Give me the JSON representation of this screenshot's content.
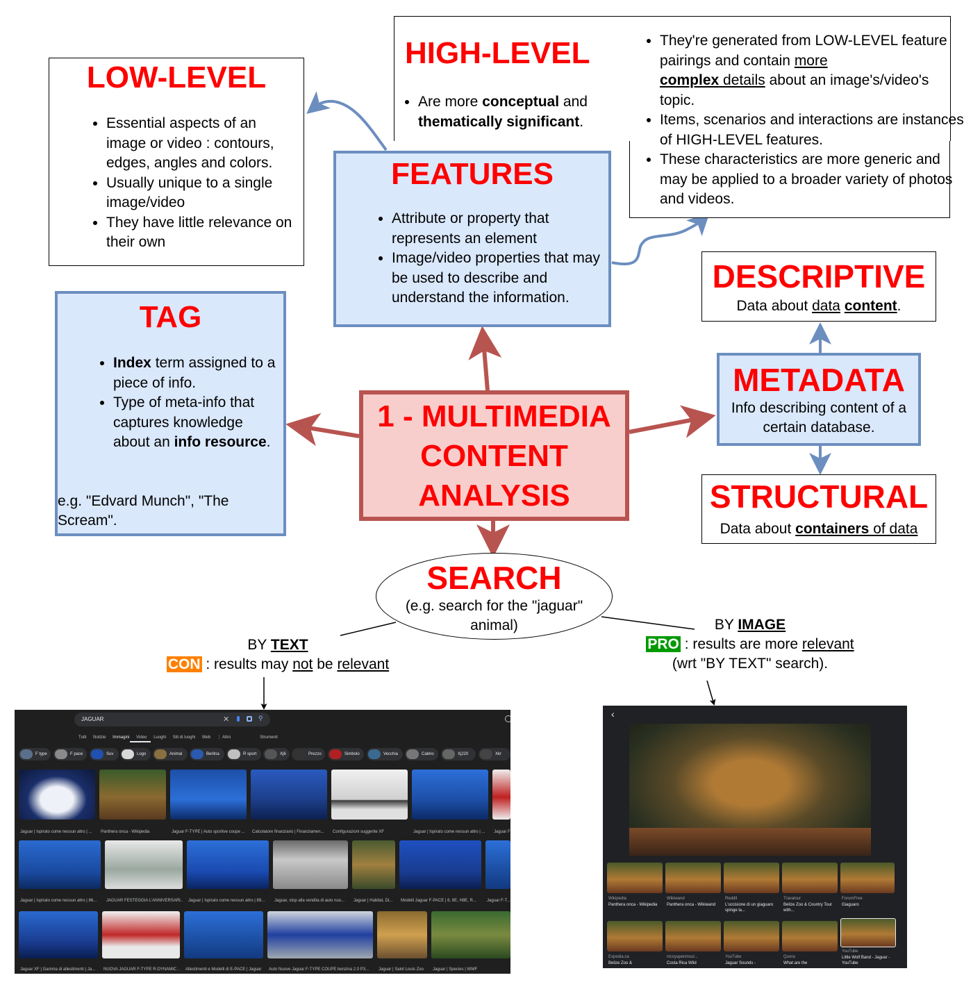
{
  "center": {
    "title_line1": "1 - MULTIMEDIA",
    "title_line2": "CONTENT",
    "title_line3": "ANALYSIS"
  },
  "features": {
    "title": "FEATURES",
    "items": [
      "Attribute or property that represents an element",
      "Image/video properties that may be used to describe and understand the information."
    ]
  },
  "low_level": {
    "title": "LOW-LEVEL",
    "items": [
      "Essential aspects of an image or video : contours, edges, angles and colors.",
      "Usually unique to a single image/video",
      "They have little relevance on their own"
    ]
  },
  "high_level": {
    "title": "HIGH-LEVEL",
    "left_pre": "Are more ",
    "left_b1": "conceptual",
    "left_mid": " and ",
    "left_b2": "thematically significant",
    "left_end": ".",
    "item1_pre": "They're generated from LOW-LEVEL feature pairings and contain ",
    "item1_u1": "more",
    "item1_b": "complex",
    "item1_u2": " details",
    "item1_end": " about an image's/video's topic.",
    "item2": "Items, scenarios and interactions are instances of HIGH-LEVEL features.",
    "item3": "These characteristics are more generic and may be applied to a broader variety of photos and videos."
  },
  "tag": {
    "title": "TAG",
    "item1_b": "Index",
    "item1_rest": " term assigned to a piece of info.",
    "item2_pre": "Type of meta-info that captures knowledge about an ",
    "item2_b": "info resource",
    "item2_end": ".",
    "example": "e.g. \"Edvard Munch\", \"The Scream\"."
  },
  "metadata": {
    "title": "METADATA",
    "text": "Info describing content of a certain database."
  },
  "descriptive": {
    "title": "DESCRIPTIVE",
    "pre": "Data about ",
    "u1": "data",
    "sp": " ",
    "b": "content",
    "end": "."
  },
  "structural": {
    "title": "STRUCTURAL",
    "pre": "Data about ",
    "b": "containers",
    "u": " of data"
  },
  "search": {
    "title": "SEARCH",
    "subtitle": "(e.g. search for the \"jaguar\" animal)"
  },
  "by_text": {
    "pre": "BY ",
    "label": "TEXT",
    "tag": "CON",
    "t1": " : results may ",
    "u1": "not",
    "t2": " be ",
    "u2": "relevant"
  },
  "by_image": {
    "pre": "BY ",
    "label": "IMAGE",
    "tag": "PRO",
    "t1": " : results are more ",
    "u1": "relevant",
    "t2": "(wrt \"BY TEXT\" search)."
  },
  "text_shot": {
    "query": "JAGUAR",
    "tabs": [
      "Tutti",
      "Notizie",
      "Immagini",
      "Video",
      "Luoghi",
      "Siti di luoghi",
      "Web",
      "⋮ Altro",
      "Strumenti"
    ],
    "chips": [
      "F type",
      "F pace",
      "Suv",
      "Logo",
      "Animal",
      "Berlina",
      "R sport",
      "Xj6",
      "Prezzo",
      "Simbolo",
      "Vecchia",
      "Cabrio",
      "Xj220",
      "Xkr"
    ],
    "row1": [
      "Jaguar | Ispirato come nessun altro | ...",
      "Panthera onca - Wikipedia",
      "Jaguar F-TYPE | Auto sportive coupe ...",
      "Calcolatore finanziario | Finanziamen...",
      "Configurazioni suggerite XF",
      "Jaguar | Ispirato come nessun altro | ...",
      "Jaguar F-..."
    ],
    "row2": [
      "Jaguar | Ispirato come nessun altro | 86...",
      "JAGUAR FESTEGGIA L'ANNIVERSARI...",
      "Jaguar | Ispirato come nessun altro | 89...",
      "Jaguar, stop alla vendita di auto nuo...",
      "Jaguar | Habitat, Di...",
      "Modelli Jaguar F-PACE | 8, 8E, H8E, R...",
      "Jaguar F-T..."
    ],
    "row3": [
      "Jaguar XF | Gamma di allestimenti | Ja...",
      "NUOVA JAGUAR F-TYPE R-DYNAMIC ...",
      "Allestimenti e Modelli di E-PACE | Jaguar",
      "Auto Nuove Jaguar F-TYPE COUPÉ benzina 2.0 P3...",
      "Jaguar | Saint Louis Zoo",
      "Jaguar | Species | WWF"
    ]
  },
  "image_shot": {
    "results": [
      {
        "source": "Wikipedia",
        "title": "Panthera onca - Wikipedia"
      },
      {
        "source": "Wikiwand",
        "title": "Panthera onca - Wikiwand"
      },
      {
        "source": "Reddit",
        "title": "L'uccisione di un giaguaro spinge la..."
      },
      {
        "source": "Travalour",
        "title": "Belize Zoo & Country Tour with..."
      },
      {
        "source": "ForumFree",
        "title": "Giaguaro"
      },
      {
        "source": "Expedia.ca",
        "title": "Belize Zoo &"
      },
      {
        "source": "nicoyapeninsul...",
        "title": "Costa Rica Wild"
      },
      {
        "source": "YouTube",
        "title": "Jaguar Sounds -"
      },
      {
        "source": "Quora",
        "title": "What are the"
      },
      {
        "source": "YouTube",
        "title": "Little Wolf Band - Jaguar - YouTube"
      }
    ]
  },
  "colors": {
    "red_title": "#ff0000",
    "blue_fill": "#dae8fc",
    "blue_stroke": "#6c8ebf",
    "red_fill": "#f8cecc",
    "red_stroke": "#b85450",
    "pro_green": "#009900",
    "con_orange": "#ff8000"
  }
}
